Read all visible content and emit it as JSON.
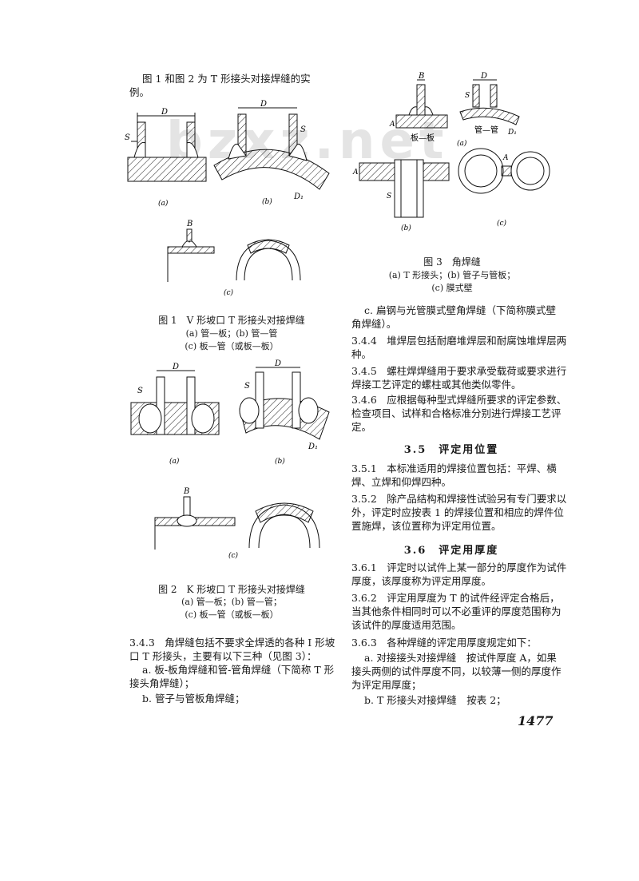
{
  "watermark": "bzxz.net",
  "intro": [
    "图 1 和图 2 为 T 形接头对接焊缝的实",
    "例。"
  ],
  "fig_labels": {
    "a": "(a)",
    "b": "(b)",
    "c": "(c)",
    "D": "D",
    "S": "S",
    "B": "B",
    "A": "A",
    "D1": "D₁",
    "plate_plate": "板—板",
    "pipe_pipe": "管—管"
  },
  "fig1": {
    "caption": "图 1　V 形坡口 T 形接头对接焊缝",
    "sub1": "(a) 管—板；(b) 管—管",
    "sub2": "(c) 板—管（或板—板）"
  },
  "fig2": {
    "caption": "图 2　K 形坡口 T 形接头对接焊缝",
    "sub1": "(a) 管—板；(b) 管—管；",
    "sub2": "(c) 板—管（或板—板）"
  },
  "fig3": {
    "caption": "图 3　角焊缝",
    "sub1": "(a) T 形接头；(b) 管子与管板；",
    "sub2": "(c) 膜式壁"
  },
  "left_text": {
    "p343": [
      "3.4.3　角焊缝包括不要求全焊透的各种 I 形坡",
      "口 T 形接头，主要有以下三种（见图 3）："
    ],
    "pa": [
      "a. 板-板角焊缝和管-管角焊缝（下简称 T 形",
      "接头角焊缝）；"
    ],
    "pb": "b. 管子与管板角焊缝；"
  },
  "right_text": {
    "pc": [
      "c. 扁钢与光管膜式壁角焊缝（下简称膜式壁",
      "角焊缝）。"
    ],
    "p344": [
      "3.4.4　堆焊层包括耐磨堆焊层和耐腐蚀堆焊层两",
      "种。"
    ],
    "p345": [
      "3.4.5　螺柱焊焊缝用于要求承受载荷或要求进行",
      "焊接工艺评定的螺柱或其他类似零件。"
    ],
    "p346": [
      "3.4.6　应根据每种型式焊缝所要求的评定参数、",
      "检查项目、试样和合格标准分别进行焊接工艺评",
      "定。"
    ],
    "h35": "3.5　评定用位置",
    "p351": [
      "3.5.1　本标准适用的焊接位置包括：平焊、横",
      "焊、立焊和仰焊四种。"
    ],
    "p352": [
      "3.5.2　除产品结构和焊接性试验另有专门要求以",
      "外，评定时应按表 1 的焊接位置和相应的焊件位",
      "置施焊，该位置称为评定用位置。"
    ],
    "h36": "3.6　评定用厚度",
    "p361": [
      "3.6.1　评定时以试件上某一部分的厚度作为试件",
      "厚度，该厚度称为评定用厚度。"
    ],
    "p362": [
      "3.6.2　评定用厚度为 T 的试件经评定合格后，",
      "当其他条件相同时可以不必重评的厚度范围称为",
      "该试件的厚度适用范围。"
    ],
    "p363": "3.6.3　各种焊缝的评定用厚度规定如下：",
    "pa2": [
      "a. 对接接头对接焊缝　按试件厚度 A，如果",
      "接头两侧的试件厚度不同，以较薄一侧的厚度作",
      "为评定用厚度；"
    ],
    "pb2": "b. T 形接头对接焊缝　按表 2；"
  },
  "page_number": "1477"
}
